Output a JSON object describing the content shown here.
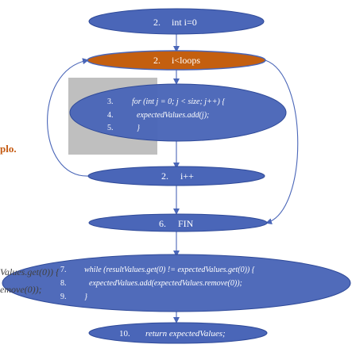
{
  "colors": {
    "node_fill": "#4a66b8",
    "node_stroke": "#2f4a99",
    "condition_fill": "#c45f0f",
    "edge": "#4a66b8",
    "gray_box": "#bfbfbf",
    "side_orange": "#c55a11"
  },
  "nodes": {
    "init": {
      "num": "2.",
      "text": "int i=0"
    },
    "cond": {
      "num": "2.",
      "text": "i<loops"
    },
    "body": {
      "lines": [
        {
          "num": "3.",
          "text": "for (int j = 0; j < size; j++) {"
        },
        {
          "num": "4.",
          "text": "expectedValues.add(j);"
        },
        {
          "num": "5.",
          "text": "}"
        }
      ]
    },
    "incr": {
      "num": "2.",
      "text": "i++"
    },
    "fin": {
      "num": "6.",
      "text": "FIN"
    },
    "while": {
      "lines": [
        {
          "num": "7.",
          "text": "while (resultValues.get(0) != expectedValues.get(0)) {"
        },
        {
          "num": "8.",
          "text": "expectedValues.add(expectedValues.remove(0));"
        },
        {
          "num": "9.",
          "text": "}"
        }
      ]
    },
    "ret": {
      "num": "10.",
      "text": "return expectedValues;"
    }
  },
  "side": {
    "plo": "plo.",
    "values": "Values.get(0)) {",
    "remove": "emove(0));"
  }
}
